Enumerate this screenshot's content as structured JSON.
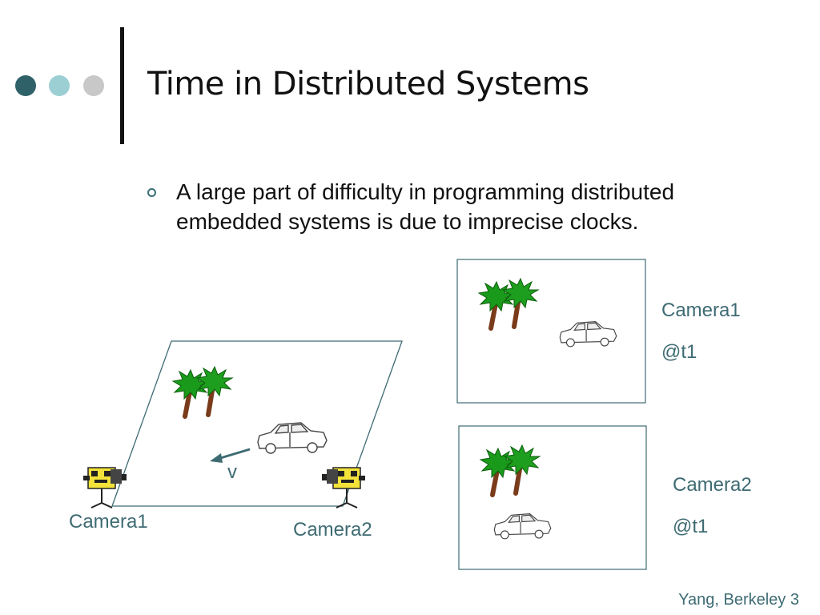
{
  "slide": {
    "title": "Time in Distributed Systems",
    "bullet": "A large part of difficulty in programming distributed embedded systems is due to imprecise clocks.",
    "footer": "Yang, Berkeley 3"
  },
  "decor": {
    "dots": [
      "#2f6168",
      "#9ccfd3",
      "#c8c8c8"
    ],
    "accent": "#3e6b73"
  },
  "scene": {
    "camera1_label": "Camera1",
    "camera2_label": "Camera2",
    "velocity_label": "v"
  },
  "views": [
    {
      "camera": "Camera1",
      "time": "@t1"
    },
    {
      "camera": "Camera2",
      "time": "@t1"
    }
  ]
}
